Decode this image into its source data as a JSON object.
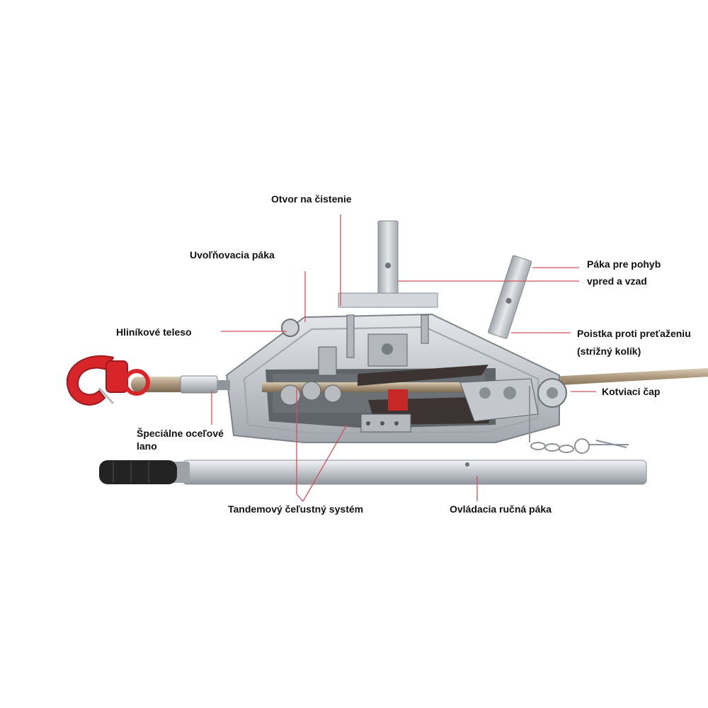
{
  "colors": {
    "leader": "#d0525a",
    "label": "#111111",
    "hook": "#d8252a",
    "body": "#c9ccd1",
    "body_dark": "#8e9399",
    "rope": "#b8a68a",
    "grip": "#222222"
  },
  "labels": {
    "cleaning_hole": "Otvor na čistenie",
    "release_lever": "Uvoľňovacia páka",
    "aluminium_body": "Hliníkové teleso",
    "steel_rope_line1": "Špeciálne oceľové",
    "steel_rope_line2": "lano",
    "lever_line1": "Páka  pre pohyb",
    "lever_line2": "vpred a vzad",
    "overload_line1": "Poistka proti preťaženiu",
    "overload_line2": "(strižný kolík)",
    "anchor_pin": "Kotviaci čap",
    "tandem_jaw": "Tandemový čeľustný systém",
    "hand_lever": "Ovládacia ručná páka"
  }
}
